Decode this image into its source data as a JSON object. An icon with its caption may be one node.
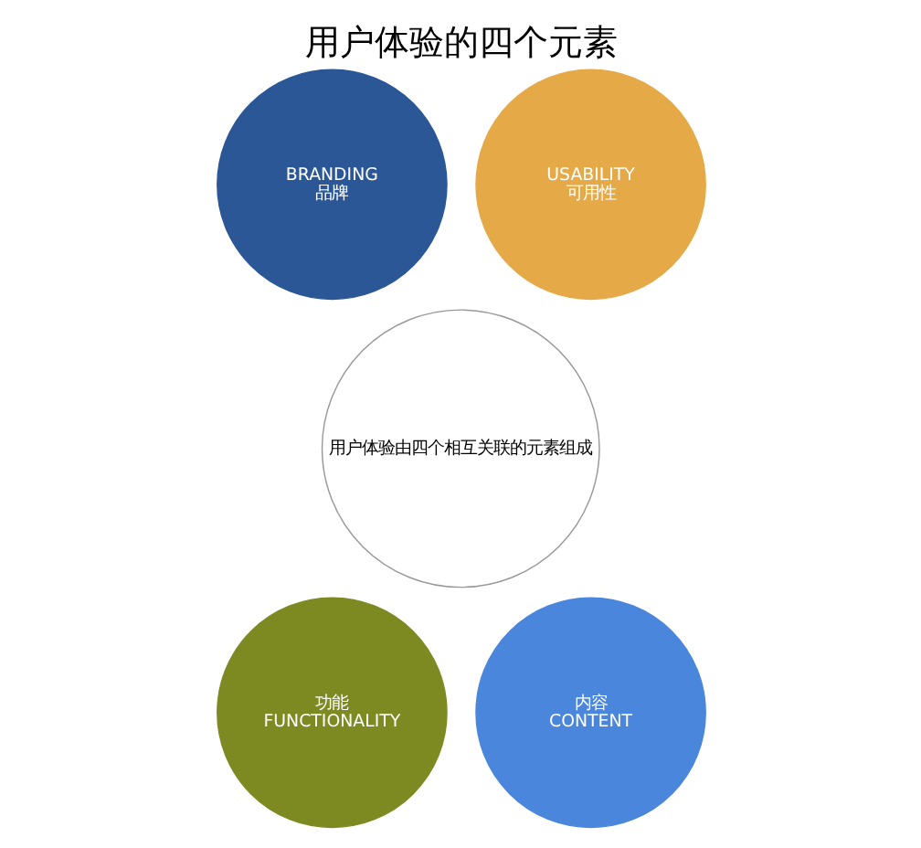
{
  "diagram": {
    "title": "用户体验的四个元素",
    "nodes": [
      {
        "text": [
          "BRANDING",
          "品牌"
        ]
      },
      {
        "text": [
          "USABILITY",
          "可用性"
        ]
      },
      {
        "text": [
          "用户体验由四个相互关联的元素组成"
        ]
      },
      {
        "text": [
          "功能",
          "FUNCTIONALITY"
        ]
      },
      {
        "text": [
          "内容",
          "CONTENT"
        ]
      }
    ]
  }
}
